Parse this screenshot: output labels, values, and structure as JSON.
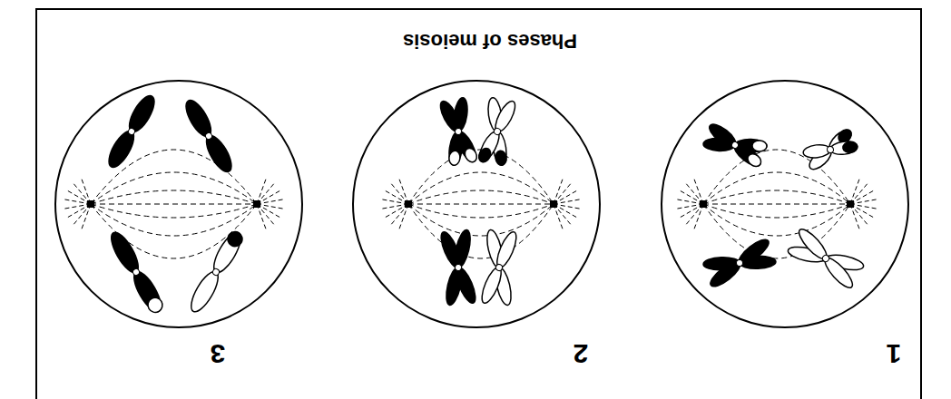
{
  "diagram": {
    "title": "Phases of meiosis",
    "labels": [
      "1",
      "2",
      "3"
    ]
  }
}
